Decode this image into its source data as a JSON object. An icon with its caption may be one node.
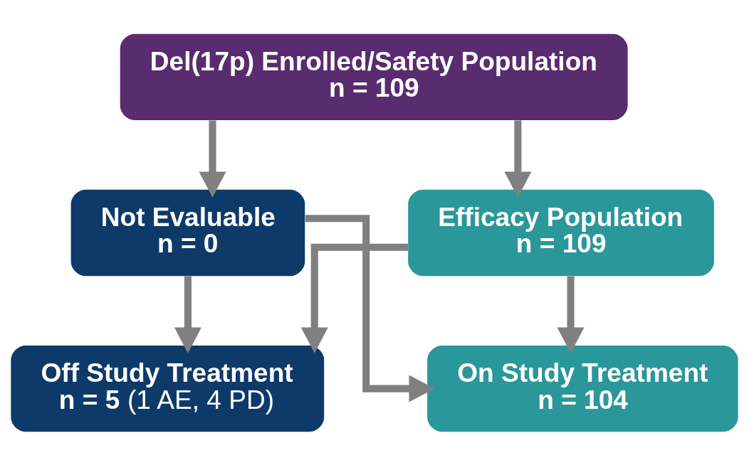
{
  "diagram": {
    "nodes": [
      {
        "text": [
          "Del(17p) Enrolled/Safety Population",
          "n = 109"
        ]
      },
      {
        "text": [
          "Not Evaluable",
          "n = 0"
        ]
      },
      {
        "text": [
          "Efficacy Population",
          "n = 109"
        ]
      },
      {
        "text": [
          "Off Study Treatment",
          "**n = 5** (1 AE, 4 PD)"
        ]
      },
      {
        "text": [
          "On Study Treatment",
          "n = 104"
        ]
      }
    ],
    "edges": [
      {
        "from": 0,
        "to": 1,
        "arrow": "to"
      },
      {
        "from": 0,
        "to": 2,
        "arrow": "to"
      },
      {
        "from": 1,
        "to": 3,
        "arrow": "to"
      },
      {
        "from": 1,
        "to": 4,
        "arrow": "to"
      },
      {
        "from": 2,
        "to": 3,
        "arrow": "to"
      },
      {
        "from": 2,
        "to": 4,
        "arrow": "to"
      }
    ]
  }
}
